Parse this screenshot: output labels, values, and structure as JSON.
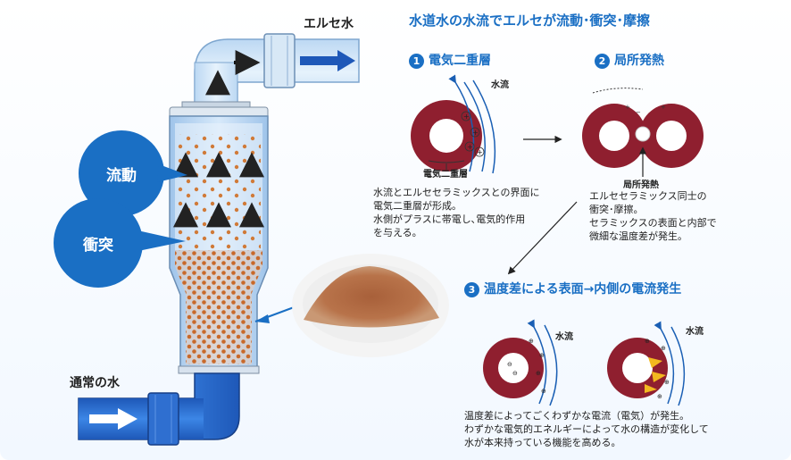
{
  "colors": {
    "accent": "#1a6fc4",
    "pipe": "#2e6fd3",
    "ring": "#8f1f2f",
    "particle": "#c96a2a"
  },
  "left": {
    "out_label": "エルセ水",
    "in_label": "通常の水",
    "bubble_flow": "流動",
    "bubble_collision": "衝突"
  },
  "right": {
    "title": "水道水の水流でエルセが流動･衝突･摩擦",
    "step1": {
      "num": "1",
      "title": "電気二重層",
      "flow_label": "水流",
      "caption": "電気二重層",
      "desc": [
        "水流とエルセセラミックスとの界面に",
        "電気二重層が形成。",
        "水側がプラスに帯電し､電気的作用",
        "を与える。"
      ]
    },
    "step2": {
      "num": "2",
      "title": "局所発熱",
      "caption": "局所発熱",
      "desc": [
        "エルセセラミックス同士の",
        "衝突･摩擦。",
        "セラミックスの表面と内部で",
        "微細な温度差が発生。"
      ]
    },
    "step3": {
      "num": "3",
      "title": "温度差による表面→内側の電流発生",
      "flow_label_a": "水流",
      "flow_label_b": "水流",
      "desc": [
        "温度差によってごくわずかな電流（電気）が発生。",
        "わずかな電気的エネルギーによって水の構造が変化して",
        "水が本来持っている機能を高める。"
      ]
    }
  }
}
